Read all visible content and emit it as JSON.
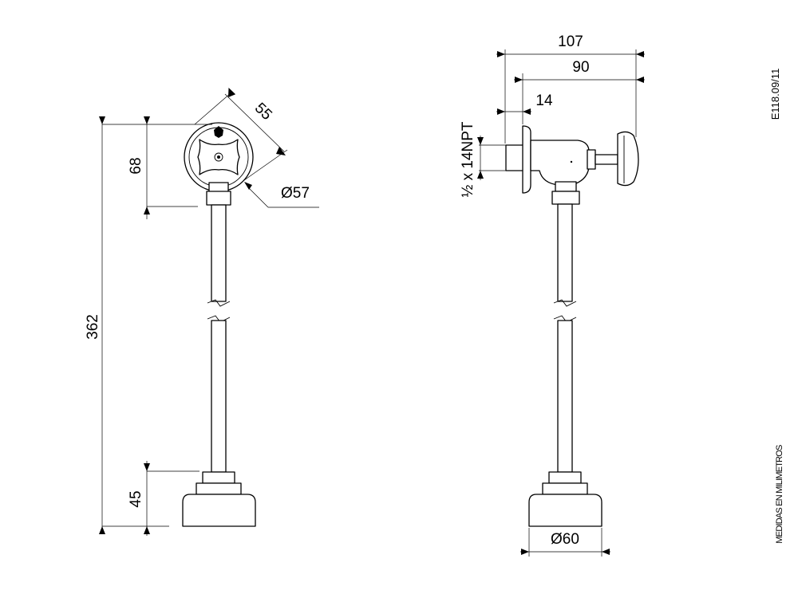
{
  "dimensions": {
    "width_overall": "107",
    "width_to_handle": "90",
    "flange_offset": "14",
    "thread": "½ x 14NPT",
    "handle_width": "55",
    "handle_diameter": "Ø57",
    "top_height": "68",
    "total_height": "362",
    "base_height": "45",
    "base_diameter": "Ø60"
  },
  "drawing_code": "E118.09/11",
  "units_note": "MEDIDAS EN MILIMETROS",
  "icons": {
    "handle_top": "shield-icon",
    "handle_center": "screw-icon"
  }
}
